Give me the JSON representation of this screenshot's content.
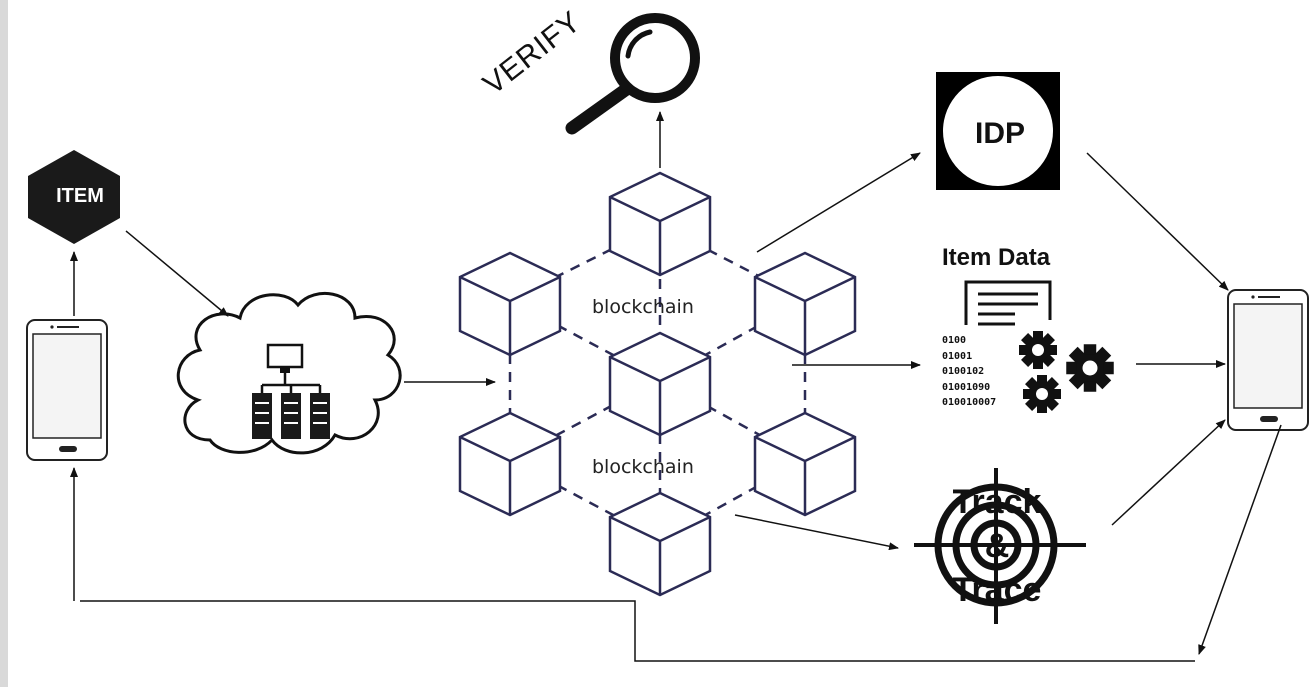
{
  "labels": {
    "item": "ITEM",
    "verify": "VERIFY",
    "blockchain_top": "blockchain",
    "blockchain_bottom": "blockchain",
    "idp": "IDP",
    "item_data": "Item Data",
    "track_line1": "Track",
    "track_line2": "&",
    "track_line3": "Trace"
  },
  "binary_lines": [
    "0100",
    "01001",
    "0100102",
    "01001090",
    "010010007"
  ],
  "colors": {
    "cube_stroke": "#2b2b55",
    "line": "#111111",
    "icon_fill": "#1a1a1a"
  }
}
